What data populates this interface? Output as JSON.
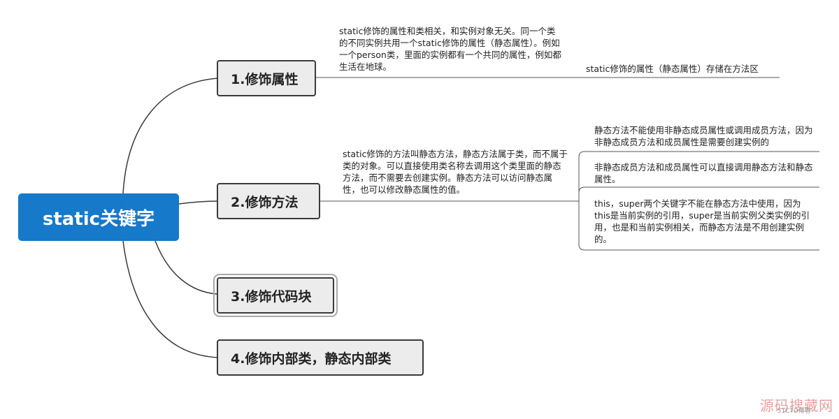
{
  "root": {
    "label": "static关键字"
  },
  "topics": [
    {
      "label": "1.修饰属性"
    },
    {
      "label": "2.修饰方法"
    },
    {
      "label": "3.修饰代码块"
    },
    {
      "label": "4.修饰内部类，静态内部类"
    }
  ],
  "notes": {
    "attr_desc": "static修饰的属性和类相关，和实例对象无关。同一个类的不同实例共用一个static修饰的属性（静态属性）。例如一个person类，里面的实例都有一个共同的属性，例如都生活在地球。",
    "attr_storage": "static修饰的属性（静态属性）存储在方法区",
    "method_desc": "static修饰的方法叫静态方法，静态方法属于类，而不属于类的对象。可以直接使用类名称去调用这个类里面的静态方法，而不需要去创建实例。静态方法可以访问静态属性，也可以修改静态属性的值。",
    "method_rule1": "静态方法不能使用非静态成员属性或调用成员方法，因为非静态成员方法和成员属性是需要创建实例的",
    "method_rule2": "非静态成员方法和成员属性可以直接调用静态方法和静态属性。",
    "method_rule3": "this，super两个关键字不能在静态方法中使用，因为this是当前实例的引用，super是当前实例父类实例的引用，也是和当前实例相关，而静态方法是不用创建实例的。"
  },
  "watermark": {
    "text": "源码搜藏网",
    "sub": "51CTO博客"
  }
}
